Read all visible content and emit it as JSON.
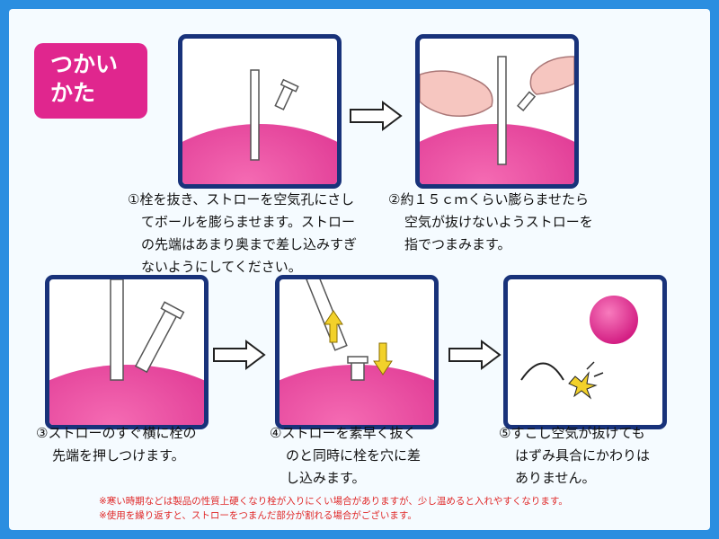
{
  "title": {
    "line1": "つかい",
    "line2": "かた"
  },
  "steps": [
    {
      "number": "①",
      "lines": [
        "栓を抜き、ストローを空気孔にさし",
        "てボールを膨らませます。ストロー",
        "の先端はあまり奥まで差し込みすぎ",
        "ないようにしてください。"
      ]
    },
    {
      "number": "②",
      "lines": [
        "約１５ｃｍくらい膨らませたら",
        "空気が抜けないようストローを",
        "指でつまみます。"
      ]
    },
    {
      "number": "③",
      "lines": [
        "ストローのすぐ横に栓の",
        "先端を押しつけます。"
      ]
    },
    {
      "number": "④",
      "lines": [
        "ストローを素早く抜く",
        "のと同時に栓を穴に差",
        "し込みます。"
      ]
    },
    {
      "number": "⑤",
      "lines": [
        "すこし空気が抜けても",
        "はずみ具合にかわりは",
        "ありません。"
      ]
    }
  ],
  "notes": [
    "※寒い時期などは製品の性質上硬くなり栓が入りにくい場合がありますが、少し温めると入れやすくなります。",
    "※使用を繰り返すと、ストローをつまんだ部分が割れる場合がございます。"
  ],
  "colors": {
    "frame": "#18327a",
    "ball": "#e0268e",
    "accent": "#f2d12a",
    "note": "#e02828",
    "background": "#2b8ee0"
  },
  "icons": [
    "arrow-right-icon",
    "arrow-up-icon",
    "arrow-down-icon",
    "burst-icon"
  ]
}
